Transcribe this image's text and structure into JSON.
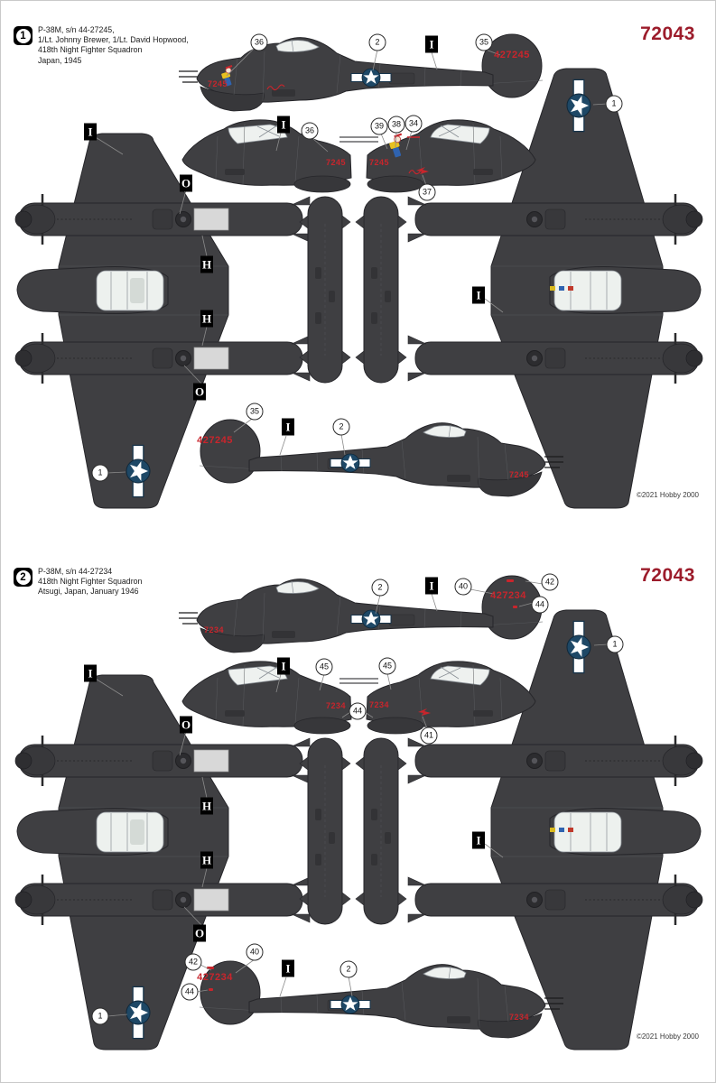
{
  "sheet": {
    "catalog_number": "72043",
    "copyright": "©2021 Hobby 2000",
    "colors": {
      "catalog_red": "#9c1c2b",
      "decal_red": "#c9252c",
      "airframe_gray": "#3f3f42",
      "insignia_blue": "#1e4866",
      "formation_lights": [
        "#d9b91e",
        "#2f63b0",
        "#c0392b"
      ]
    }
  },
  "markers": {
    "fuselage": "I",
    "spinner": "O",
    "turbo": "H"
  },
  "sections": [
    {
      "badge": "1",
      "info": {
        "l1": "P-38M, s/n 44-27245,",
        "l2": "1/Lt. Johnny Brewer, 1/Lt. David Hopwood,",
        "l3": "418th Night Fighter Squadron",
        "l4": "Japan, 1945"
      },
      "tail_number": "427245",
      "nose_number": "7245",
      "callouts": {
        "top_cockpit": "36",
        "top_insignia": "2",
        "top_tail": "35",
        "mid_left": "36",
        "mid_right_a": "39",
        "mid_right_b": "38",
        "mid_right_c": "34",
        "mid_right_d": "37",
        "plan_left_star": "1",
        "plan_right_star": "1",
        "bottom_tail": "35",
        "bottom_insignia": "2"
      }
    },
    {
      "badge": "2",
      "info": {
        "l1": "P-38M, s/n 44-27234",
        "l2": "418th Night Fighter Squadron",
        "l3": "Atsugi, Japan, January 1946",
        "l4": ""
      },
      "tail_number": "427234",
      "nose_number": "7234",
      "callouts": {
        "top_insignia": "2",
        "top_tail": "40",
        "top_tail_tip": "42",
        "top_tail_low": "44",
        "mid_left": "45",
        "mid_right_a": "45",
        "mid_right_mid": "44",
        "mid_right_d": "41",
        "plan_left_star": "1",
        "plan_right_star": "1",
        "bottom_tail_tip": "42",
        "bottom_tail": "40",
        "bottom_tail_low": "44",
        "bottom_insignia": "2"
      }
    }
  ]
}
